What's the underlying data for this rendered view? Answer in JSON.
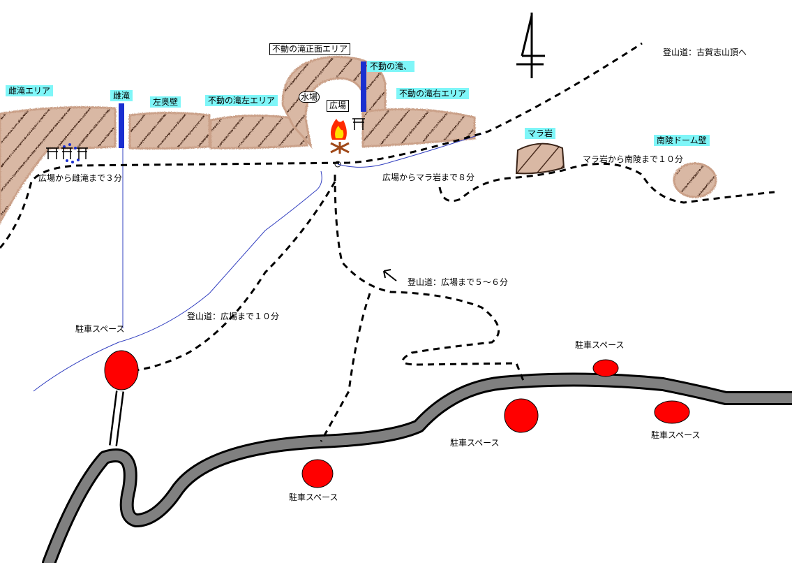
{
  "areas": {
    "mesutaki_area": "雌滝エリア",
    "mesutaki": "雌滝",
    "hidari_okukabe": "左奥壁",
    "fudo_left_area": "不動の滝左エリア",
    "fudo_front_area": "不動の滝正面エリア",
    "fudo_waterfall": "不動の滝、",
    "fudo_right_area": "不動の滝右エリア",
    "mizuba": "水場",
    "hiroba": "広場",
    "mara_rock": "マラ岩",
    "nanryo_dome": "南陵ドーム壁"
  },
  "routes": {
    "to_koga_summit": "登山道：古賀志山頂へ",
    "hiroba_to_mesutaki": "広場から雌滝まで３分",
    "hiroba_to_mara": "広場からマラ岩まで８分",
    "mara_to_nanryo": "マラ岩から南陵まで１０分",
    "trail_5_6": "登山道：広場まで５～６分",
    "trail_10": "登山道：広場まで１０分"
  },
  "parking": {
    "label_1": "駐車スペース",
    "label_2": "駐車スペース",
    "label_3": "駐車スペース",
    "label_4": "駐車スペース",
    "label_5": "駐車スペース"
  },
  "colors": {
    "rock_fill": "#d8a98a",
    "rock_hatch": "#5a3a2a",
    "road": "#808080",
    "parking": "#ff0000",
    "waterfall": "#1a2fd0",
    "label_bg": "#7ff6f8",
    "stream": "#3340c0"
  },
  "icons": {
    "north": "north-arrow-icon",
    "campfire": "campfire-icon",
    "shrine": "shrine-gate-icon"
  }
}
